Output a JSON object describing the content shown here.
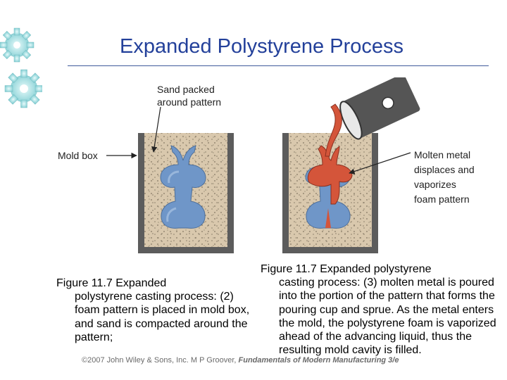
{
  "slide": {
    "title": "Expanded Polystyrene Process"
  },
  "figure": {
    "label_sand": [
      "Sand packed",
      "around pattern"
    ],
    "label_mold_box": "Mold box",
    "label_molten": [
      "Molten metal",
      "displaces and",
      "vaporizes",
      "foam pattern"
    ],
    "colors": {
      "sand": "#d9c8ad",
      "foam": "#6f96c8",
      "metal": "#d4553a",
      "box": "#5c5c5c",
      "ladle": "#555555"
    }
  },
  "captions": {
    "left": {
      "first": "Figure 11.7  Expanded",
      "rest": "polystyrene casting process: (2) foam pattern is placed in mold box, and sand is compacted around the pattern;"
    },
    "right": {
      "first": "Figure 11.7  Expanded polystyrene",
      "rest": "casting process: (3) molten metal is poured into the portion of the pattern that forms the pouring cup and sprue. As the metal enters the mold, the polystyrene foam is vaporized ahead of the advancing liquid, thus the resulting mold cavity is filled."
    }
  },
  "footer": {
    "copyright": "©2007 John Wiley & Sons, Inc.  M P Groover, ",
    "book": "Fundamentals of Modern Manufacturing 3/e"
  }
}
